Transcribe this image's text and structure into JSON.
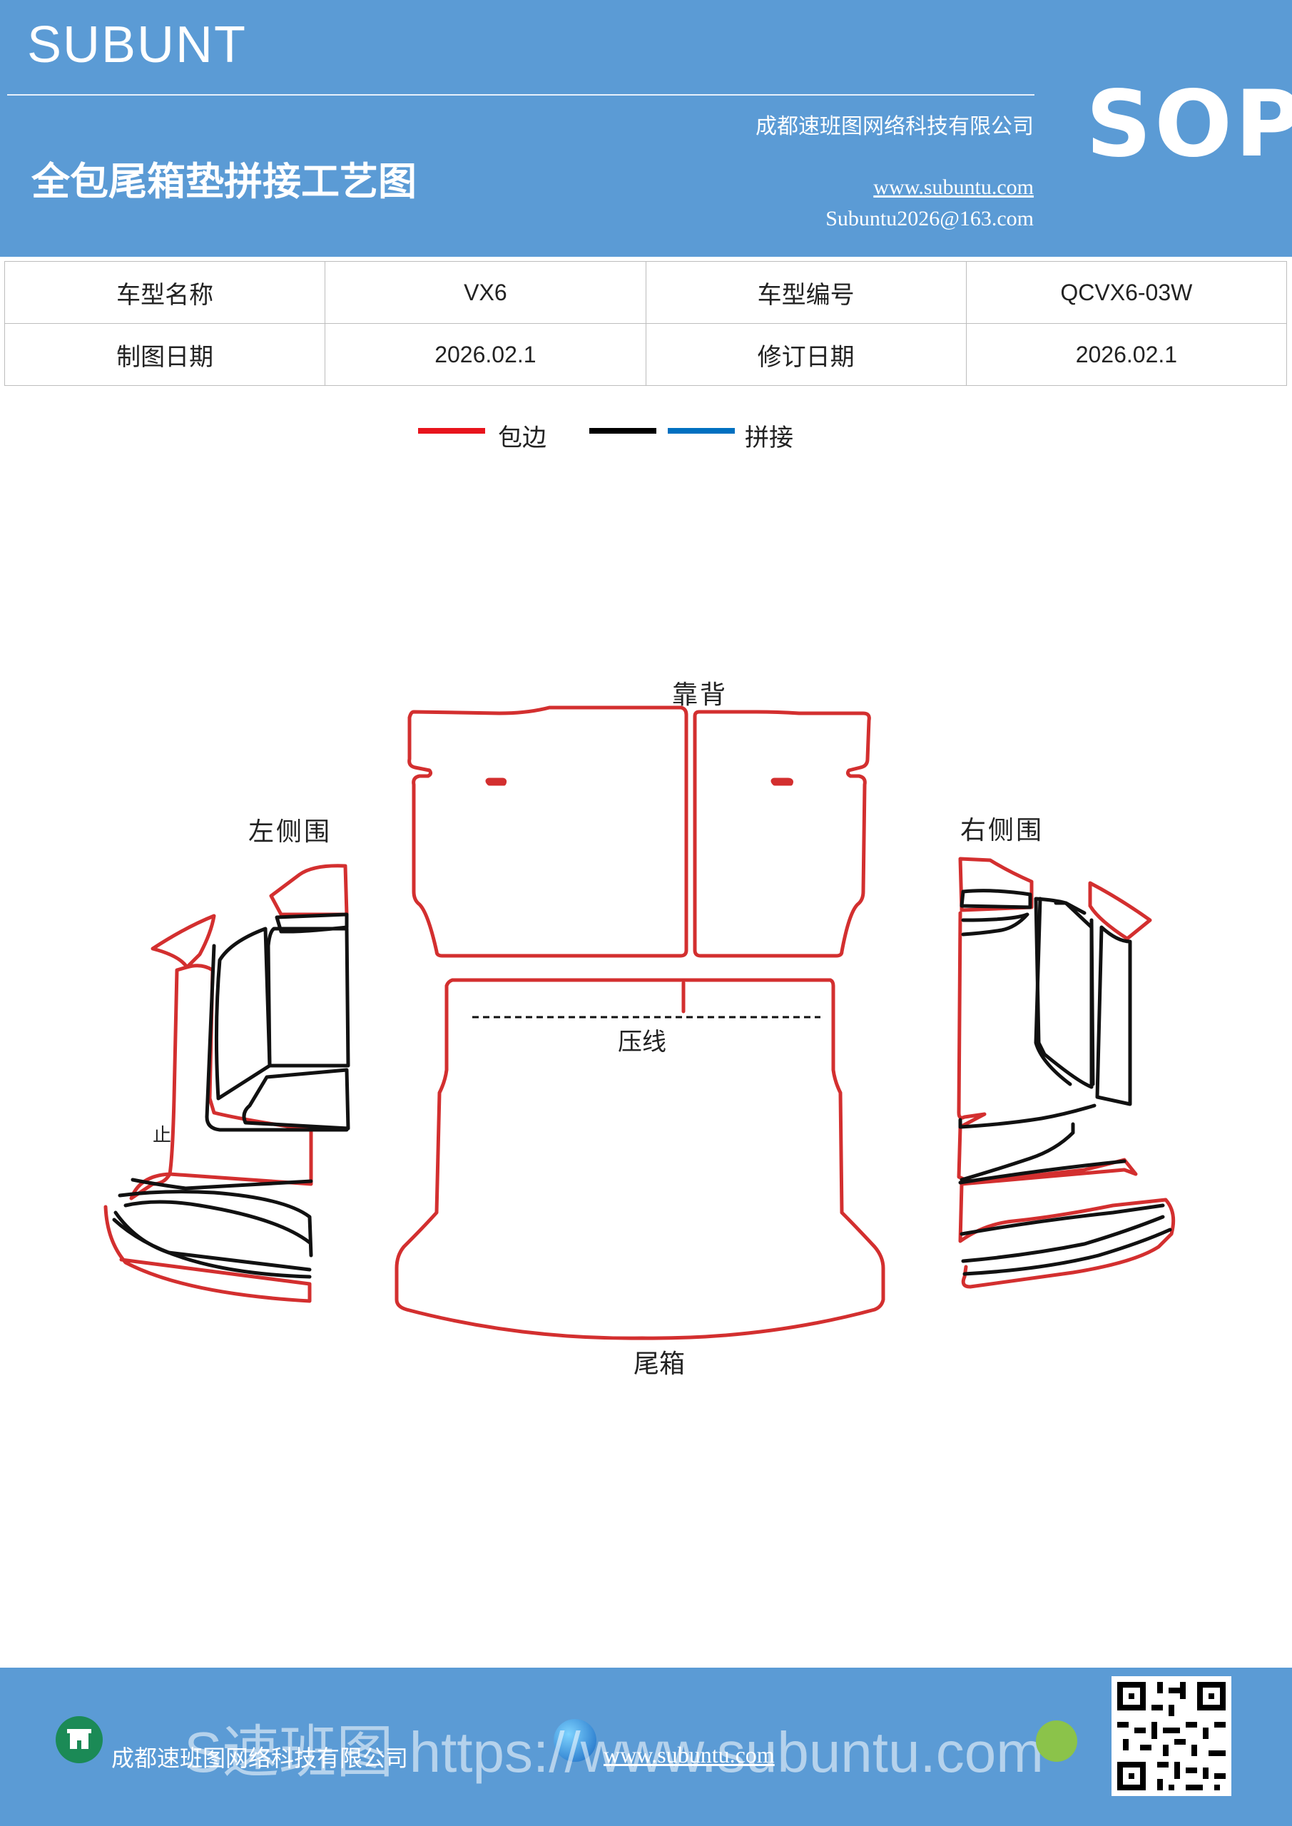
{
  "header": {
    "brand": "SUBUNT",
    "title": "全包尾箱垫拼接工艺图",
    "company": "成都速班图网络科技有限公司",
    "website": "www.subuntu.com",
    "email": "Subuntu2026@163.com",
    "badge": "SOP"
  },
  "info_table": {
    "rows": [
      [
        "车型名称",
        "VX6",
        "车型编号",
        "QCVX6-03W"
      ],
      [
        "制图日期",
        "2026.02.1",
        "修订日期",
        "2026.02.1"
      ]
    ]
  },
  "legend": {
    "items": [
      {
        "label": "包边",
        "colors": [
          "#e8141c"
        ]
      },
      {
        "label": "拼接",
        "colors": [
          "#000000",
          "#0070c0"
        ]
      }
    ]
  },
  "diagram": {
    "labels": {
      "backrest": "靠背",
      "left_side": "左侧围",
      "right_side": "右侧围",
      "crease": "压线",
      "trunk": "尾箱",
      "stray": "止"
    },
    "colors": {
      "trim": "#d32f2f",
      "seam": "#111111"
    }
  },
  "footer": {
    "company": "成都速班图网络科技有限公司",
    "website": "www.subuntu.com",
    "watermark": "S速班图 https://www.subuntu.com"
  }
}
